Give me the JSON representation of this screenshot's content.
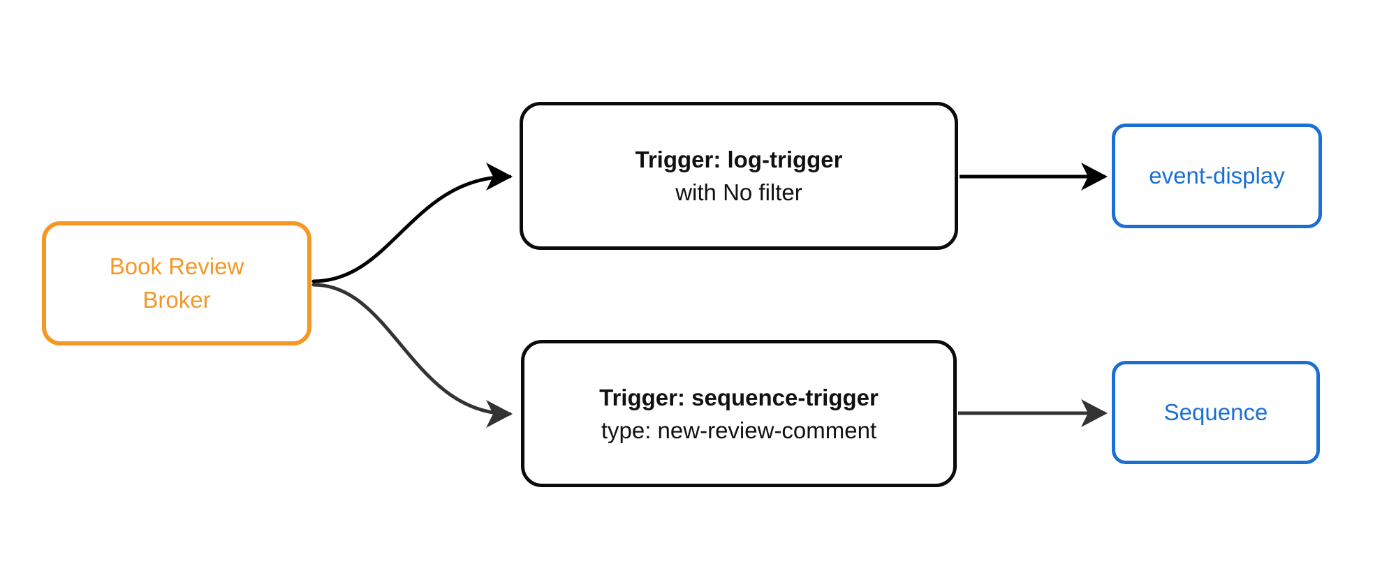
{
  "diagram": {
    "background": "#ffffff",
    "nodes": {
      "broker": {
        "label": "Book Review Broker",
        "line1": "Book Review",
        "line2": "Broker"
      },
      "trigger1": {
        "title": "Trigger: log-trigger",
        "subtitle": "with No filter"
      },
      "trigger2": {
        "title": "Trigger: sequence-trigger",
        "subtitle": "type: new-review-comment"
      },
      "target1": {
        "label": "event-display"
      },
      "target2": {
        "label": "Sequence"
      }
    },
    "edges": [
      {
        "from": "broker",
        "to": "trigger1",
        "style": "curved",
        "color": "#000000"
      },
      {
        "from": "broker",
        "to": "trigger2",
        "style": "curved",
        "color": "#333333"
      },
      {
        "from": "trigger1",
        "to": "target1",
        "style": "straight",
        "color": "#000000"
      },
      {
        "from": "trigger2",
        "to": "target2",
        "style": "straight",
        "color": "#333333"
      }
    ]
  },
  "colors": {
    "broker_color": "#F49825",
    "trigger_border": "#0b0b0b",
    "trigger_text": "#111111",
    "target_color": "#1B6FD3",
    "edge_black": "#000000",
    "edge_gray": "#333333"
  }
}
